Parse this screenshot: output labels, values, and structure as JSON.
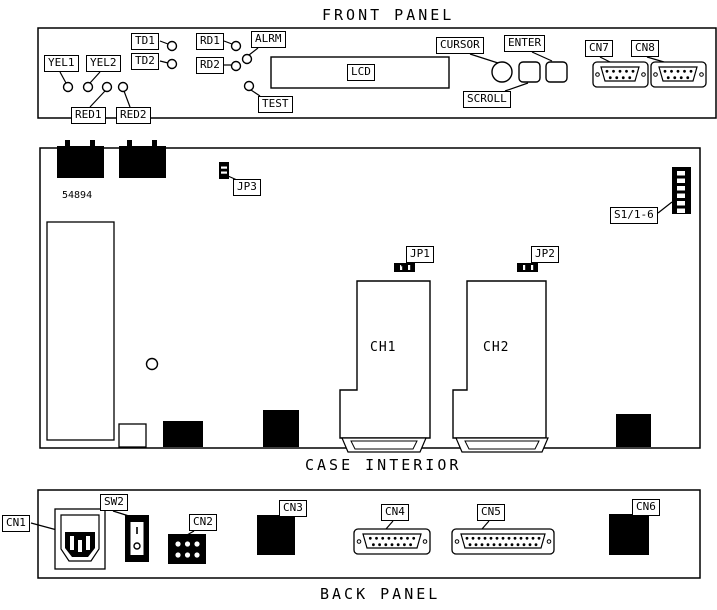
{
  "colors": {
    "line": "#000000",
    "background": "#ffffff"
  },
  "front_panel": {
    "title": "FRONT PANEL",
    "led_labels": {
      "td1": "TD1",
      "td2": "TD2",
      "rd1": "RD1",
      "rd2": "RD2",
      "yel1": "YEL1",
      "yel2": "YEL2",
      "red1": "RED1",
      "red2": "RED2",
      "alrm": "ALRM",
      "test": "TEST"
    },
    "display_label": "LCD",
    "button_labels": {
      "cursor": "CURSOR",
      "enter": "ENTER",
      "scroll": "SCROLL"
    },
    "connector_labels": {
      "cn7": "CN7",
      "cn8": "CN8"
    }
  },
  "case_interior": {
    "title": "CASE INTERIOR",
    "board_number": "54894",
    "jumper_labels": {
      "jp1": "JP1",
      "jp2": "JP2",
      "jp3": "JP3"
    },
    "dip_switch_label": "S1/1-6",
    "module_labels": {
      "ch1": "CH1",
      "ch2": "CH2"
    }
  },
  "back_panel": {
    "title": "BACK PANEL",
    "connector_labels": {
      "cn1": "CN1",
      "cn2": "CN2",
      "cn3": "CN3",
      "cn4": "CN4",
      "cn5": "CN5",
      "cn6": "CN6"
    },
    "switch_label": "SW2"
  }
}
